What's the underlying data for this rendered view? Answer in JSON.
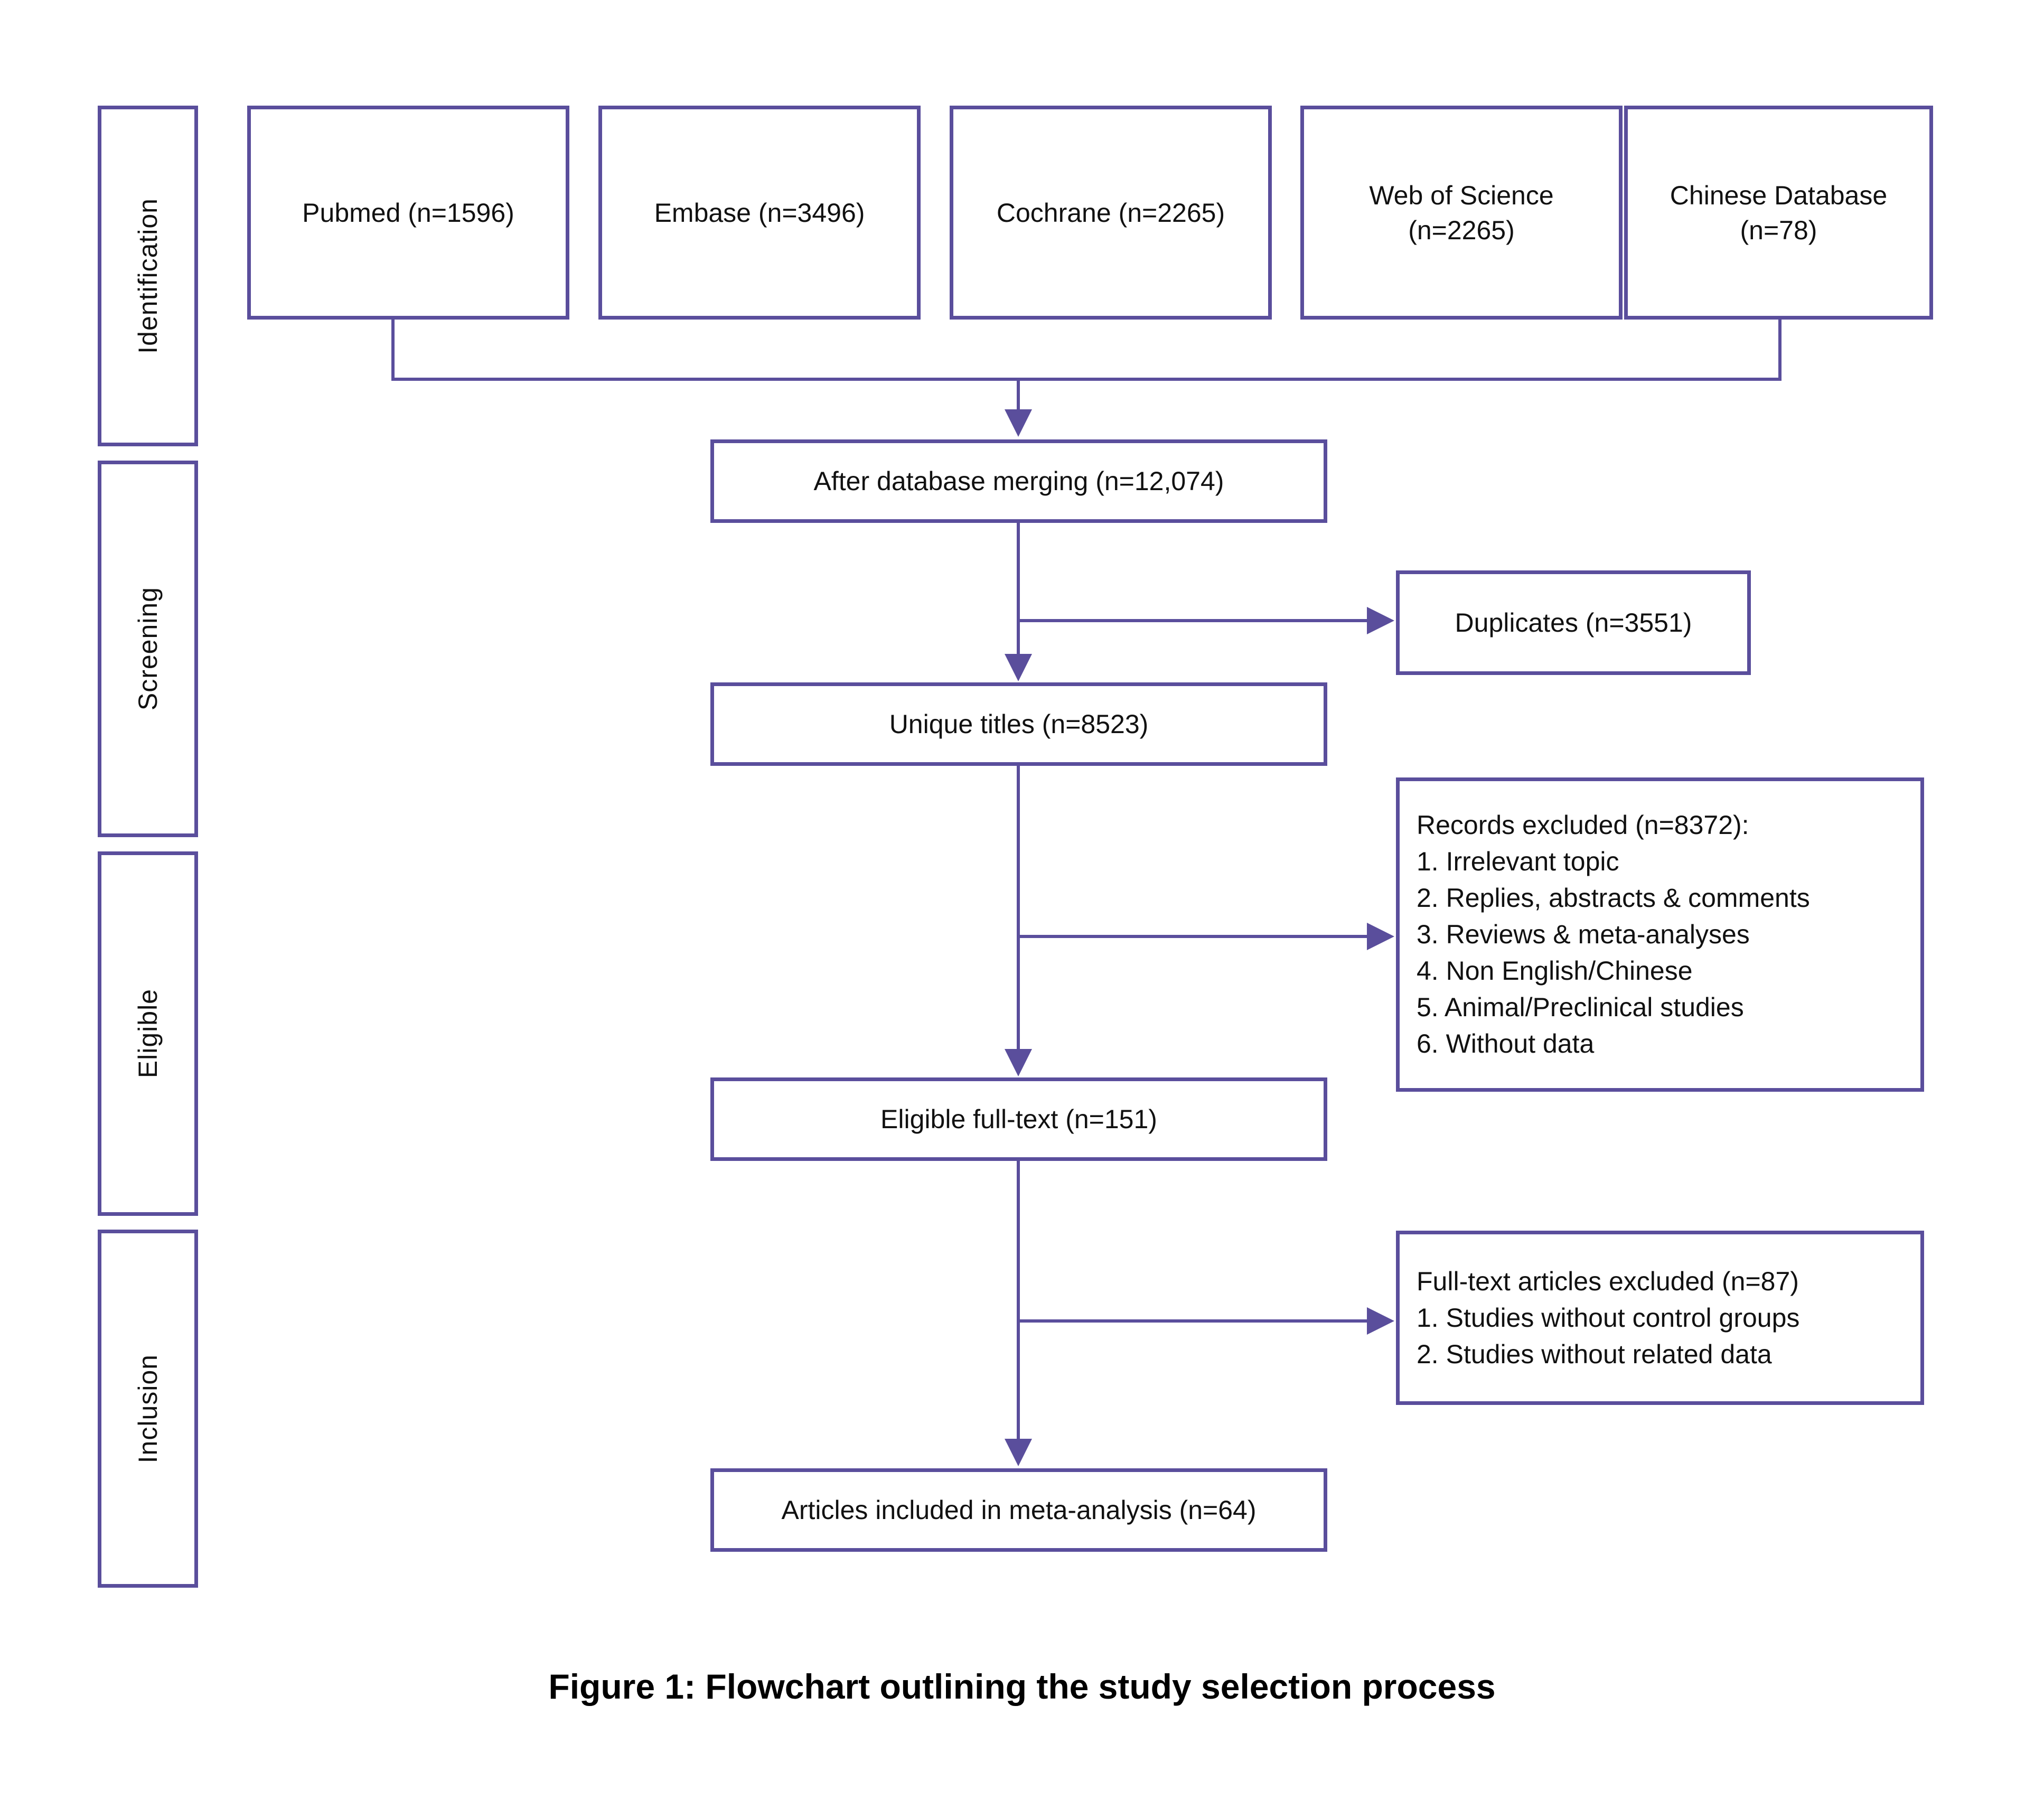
{
  "figure": {
    "caption": "Figure 1: Flowchart outlining the study selection process",
    "accent_color": "#5A4E9C",
    "text_color": "#111111",
    "background_color": "#FFFFFF"
  },
  "stages": [
    {
      "label": "Identification"
    },
    {
      "label": "Screening"
    },
    {
      "label": "Eligible"
    },
    {
      "label": "Inclusion"
    }
  ],
  "sources": [
    {
      "label": "Pubmed (n=1596)"
    },
    {
      "label": "Embase (n=3496)"
    },
    {
      "label": "Cochrane (n=2265)"
    },
    {
      "label": "Web of Science\n(n=2265)",
      "line1": "Web of Science",
      "line2": "(n=2265)"
    },
    {
      "label": "Chinese Database\n(n=78)",
      "line1": "Chinese Database",
      "line2": "(n=78)"
    }
  ],
  "main_flow": [
    {
      "label": "After database merging (n=12,074)"
    },
    {
      "label": "Unique titles (n=8523)"
    },
    {
      "label": "Eligible full-text (n=151)"
    },
    {
      "label": "Articles included in meta-analysis (n=64)"
    }
  ],
  "exclusions": {
    "duplicates": {
      "label": "Duplicates (n=3551)"
    },
    "records_excluded": {
      "heading": "Records excluded (n=8372):",
      "items": [
        "1. Irrelevant topic",
        "2. Replies, abstracts & comments",
        "3. Reviews & meta-analyses",
        "4. Non English/Chinese",
        "5. Animal/Preclinical studies",
        "6. Without data"
      ]
    },
    "fulltext_excluded": {
      "heading": "Full-text articles excluded (n=87)",
      "items": [
        "1. Studies without control groups",
        "2. Studies without related data"
      ]
    }
  },
  "chart_data": {
    "type": "diagram",
    "title": "Figure 1: Flowchart outlining the study selection process",
    "nodes": [
      {
        "id": "pubmed",
        "stage": "Identification",
        "text": "Pubmed (n=1596)",
        "value": 1596
      },
      {
        "id": "embase",
        "stage": "Identification",
        "text": "Embase (n=3496)",
        "value": 3496
      },
      {
        "id": "cochrane",
        "stage": "Identification",
        "text": "Cochrane (n=2265)",
        "value": 2265
      },
      {
        "id": "wos",
        "stage": "Identification",
        "text": "Web of Science (n=2265)",
        "value": 2265
      },
      {
        "id": "chinese",
        "stage": "Identification",
        "text": "Chinese Database (n=78)",
        "value": 78
      },
      {
        "id": "merged",
        "stage": "Screening",
        "text": "After database merging (n=12,074)",
        "value": 12074
      },
      {
        "id": "duplicates",
        "stage": "Screening",
        "text": "Duplicates (n=3551)",
        "value": 3551
      },
      {
        "id": "unique",
        "stage": "Screening",
        "text": "Unique titles (n=8523)",
        "value": 8523
      },
      {
        "id": "records_excluded",
        "stage": "Eligible",
        "text": "Records excluded (n=8372)",
        "value": 8372
      },
      {
        "id": "eligible",
        "stage": "Eligible",
        "text": "Eligible full-text (n=151)",
        "value": 151
      },
      {
        "id": "fulltext_excluded",
        "stage": "Inclusion",
        "text": "Full-text articles excluded (n=87)",
        "value": 87
      },
      {
        "id": "included",
        "stage": "Inclusion",
        "text": "Articles included in meta-analysis (n=64)",
        "value": 64
      }
    ],
    "edges": [
      {
        "from": "pubmed",
        "to": "merged"
      },
      {
        "from": "embase",
        "to": "merged"
      },
      {
        "from": "cochrane",
        "to": "merged"
      },
      {
        "from": "wos",
        "to": "merged"
      },
      {
        "from": "chinese",
        "to": "merged"
      },
      {
        "from": "merged",
        "to": "duplicates"
      },
      {
        "from": "merged",
        "to": "unique"
      },
      {
        "from": "unique",
        "to": "records_excluded"
      },
      {
        "from": "unique",
        "to": "eligible"
      },
      {
        "from": "eligible",
        "to": "fulltext_excluded"
      },
      {
        "from": "eligible",
        "to": "included"
      }
    ]
  }
}
